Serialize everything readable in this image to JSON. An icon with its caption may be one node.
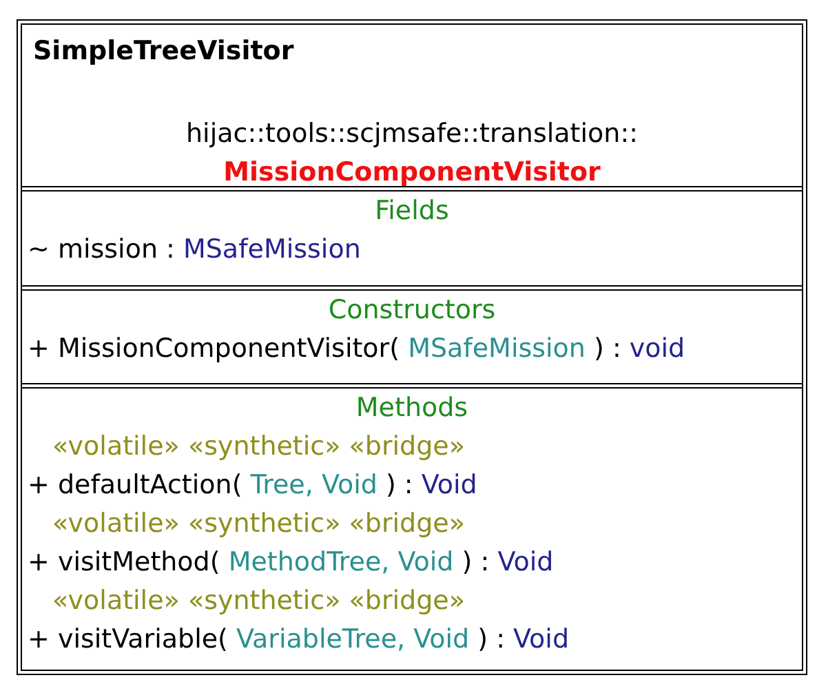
{
  "diagram": {
    "nodes": [
      {
        "text": [
          "SimpleTreeVisitor",
          "hijac::tools::scjmsafe::translation::",
          "MissionComponentVisitor"
        ]
      },
      {
        "text": [
          "Fields",
          "~ mission : MSafeMission"
        ],
        "in": 0
      },
      {
        "text": [
          "Constructors",
          "+ MissionComponentVisitor( MSafeMission ) : void"
        ],
        "in": 0
      },
      {
        "text": [
          "Methods",
          "«volatile» «synthetic» «bridge»",
          "+ defaultAction( Tree, Void ) : Void",
          "«volatile» «synthetic» «bridge»",
          "+ visitMethod( MethodTree, Void ) : Void",
          "«volatile» «synthetic» «bridge»",
          "+ visitVariable( VariableTree, Void ) : Void"
        ],
        "in": 0
      }
    ],
    "edges": []
  }
}
